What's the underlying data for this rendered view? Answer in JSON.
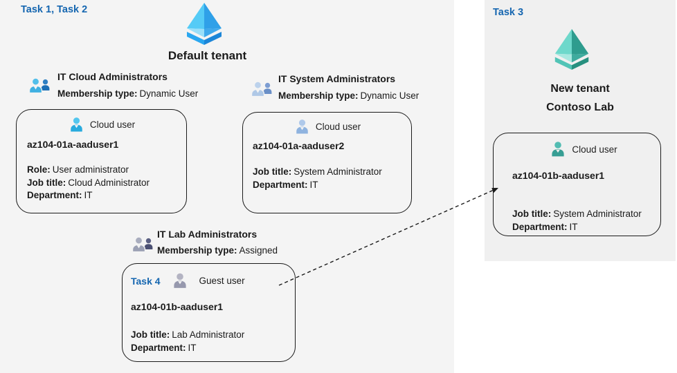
{
  "labels": {
    "task12": "Task 1, Task 2",
    "task3": "Task 3",
    "task4": "Task 4"
  },
  "tenants": {
    "default_tenant": {
      "title": "Default tenant"
    },
    "new_tenant": {
      "title_line1": "New tenant",
      "title_line2": "Contoso Lab"
    }
  },
  "groups": [
    {
      "name": "IT Cloud Administrators",
      "membership_label": "Membership type:",
      "membership_value": "Dynamic User"
    },
    {
      "name": "IT System Administrators",
      "membership_label": "Membership type:",
      "membership_value": "Dynamic User"
    },
    {
      "name": "IT Lab Administrators",
      "membership_label": "Membership type:",
      "membership_value": "Assigned"
    }
  ],
  "users": [
    {
      "type_label": "Cloud user",
      "name": "az104-01a-aaduser1",
      "attributes": [
        {
          "label": "Role:",
          "value": "User administrator"
        },
        {
          "label": "Job title:",
          "value": "Cloud Administrator"
        },
        {
          "label": "Department:",
          "value": "IT"
        }
      ]
    },
    {
      "type_label": "Cloud user",
      "name": "az104-01a-aaduser2",
      "attributes": [
        {
          "label": "Job title:",
          "value": "System Administrator"
        },
        {
          "label": "Department:",
          "value": "IT"
        }
      ]
    },
    {
      "type_label": "Guest user",
      "task_tag": "Task 4",
      "name": "az104-01b-aaduser1",
      "attributes": [
        {
          "label": "Job title:",
          "value": "Lab Administrator"
        },
        {
          "label": "Department:",
          "value": "IT"
        }
      ]
    },
    {
      "type_label": "Cloud user",
      "name": "az104-01b-aaduser1",
      "attributes": [
        {
          "label": "Job title:",
          "value": "System Administrator"
        },
        {
          "label": "Department:",
          "value": "IT"
        }
      ]
    }
  ],
  "relation": {
    "style": "dashed-arrow",
    "from": "guest-user-card",
    "to": "new-tenant-user-card"
  },
  "colors": {
    "task_label_blue": "#1566B0",
    "left_region_bg": "#F4F4F4",
    "panel_bg": "#F0F0F0",
    "card_border": "#1A1A1A",
    "aad_blue_face_light": "#55CBF6",
    "aad_blue_face_dark": "#2FA0E8",
    "aad_teal_face_light": "#6ED8CB",
    "aad_teal_face_dark": "#2E9C8E",
    "user_icon_cyan": "#28ABDE",
    "user_icon_steel": "#8FB3DF",
    "user_icon_gray": "#9698AD",
    "user_icon_teal": "#379E94",
    "group_icon_blue_front": "#3FB0E2",
    "group_icon_blue_back": "#1C6FB5",
    "group_icon_steel_front": "#AFC8E6",
    "group_icon_steel_back": "#6A8FC7",
    "group_icon_gray_front": "#9BA0B4",
    "group_icon_gray_back": "#4A4F72"
  }
}
